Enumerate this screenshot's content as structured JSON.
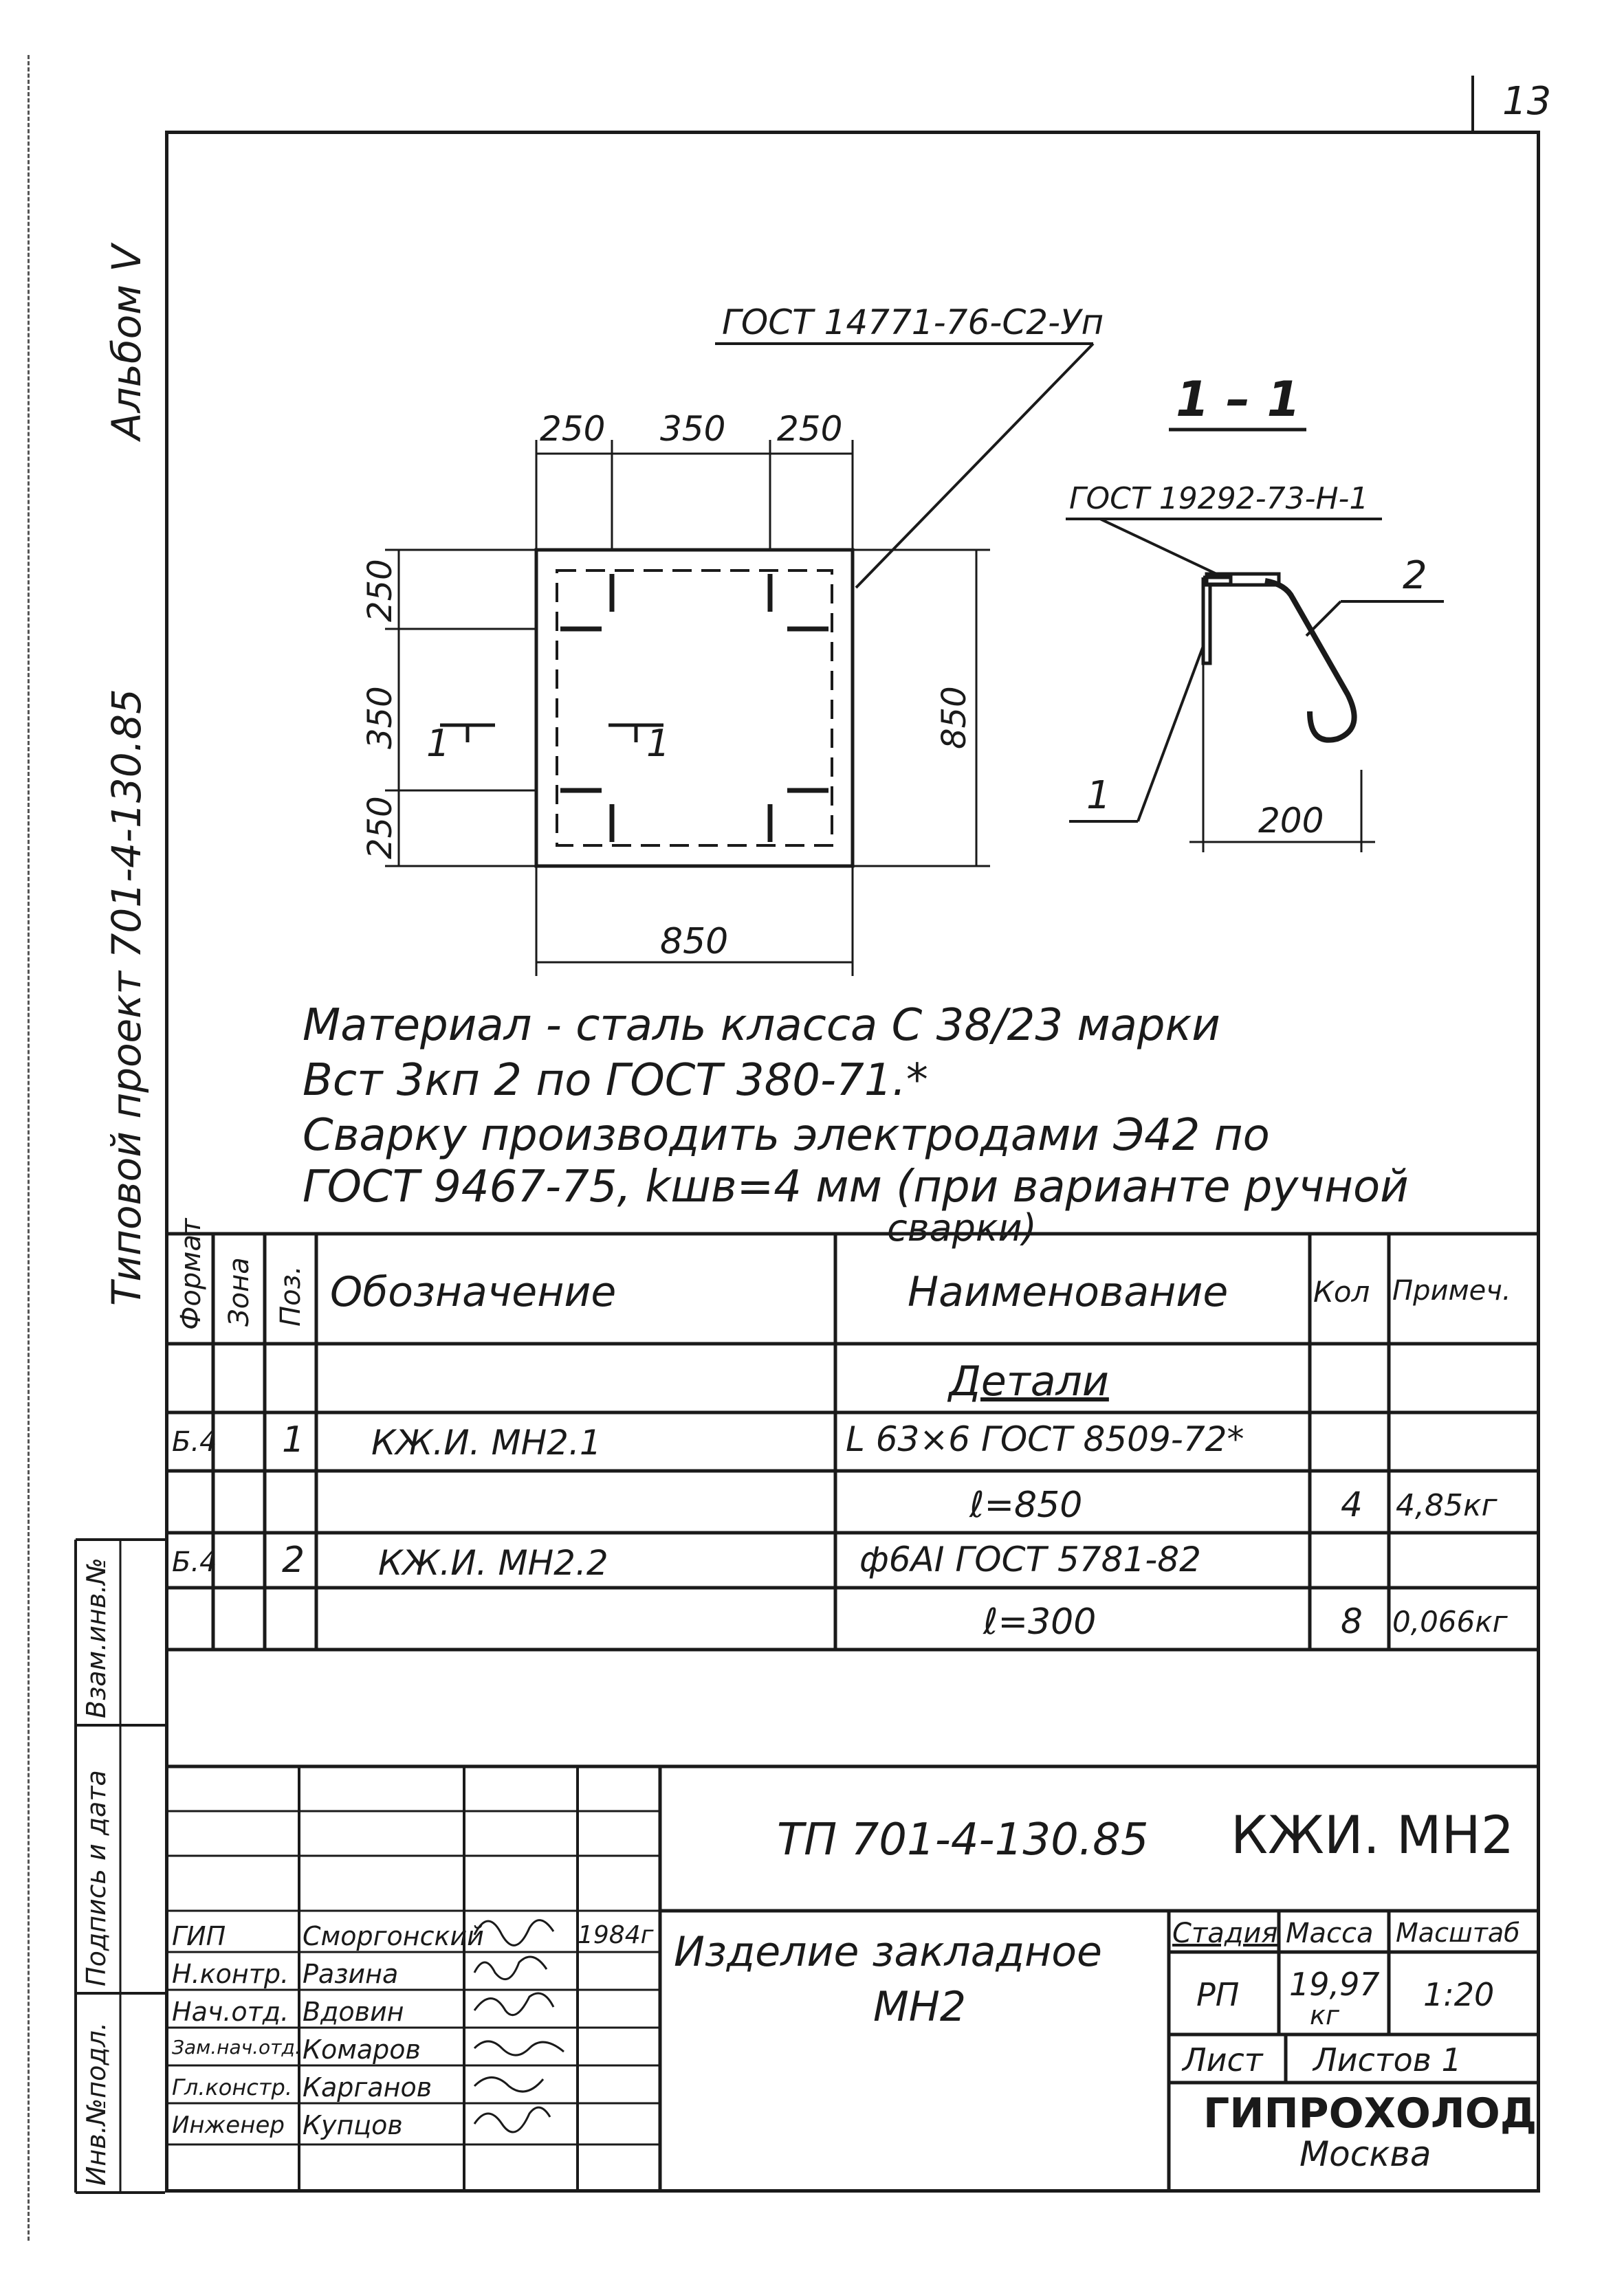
{
  "sheet_number": "13",
  "left_margin": {
    "album": "Альбом V",
    "project": "Типовой проект 701-4-130.85"
  },
  "drawing": {
    "leader_callout_plan": "ГОСТ 14771-76-С2-Уп",
    "plan_dims_top": [
      "250",
      "350",
      "250"
    ],
    "plan_dims_left": [
      "250",
      "350",
      "250"
    ],
    "plan_dim_right": "850",
    "plan_dim_bottom": "850",
    "section_marker_left": "1",
    "section_marker_right": "1",
    "section_title": "1 – 1",
    "section_leader_callout": "ГОСТ 19292-73-Н-1",
    "section_pos_1": "1",
    "section_pos_2": "2",
    "section_dim": "200"
  },
  "notes": [
    "Материал - сталь класса С 38/23 марки",
    "Вст 3кп 2 по ГОСТ 380-71.*",
    "Сварку производить электродами Э42 по",
    "ГОСТ 9467-75, kшв=4 мм (при варианте ручной",
    "сварки)"
  ],
  "spec_table": {
    "headers": {
      "format": "Формат",
      "zone": "Зона",
      "pos": "Поз.",
      "designation": "Обозначение",
      "name": "Наименование",
      "qty": "Кол",
      "note": "Примеч."
    },
    "section_title": "Детали",
    "rows": [
      {
        "format": "Б.4",
        "pos": "1",
        "designation": "КЖ.И. МН2.1",
        "name": "L 63×6 ГОСТ 8509-72*",
        "qty": "",
        "note": ""
      },
      {
        "format": "",
        "pos": "",
        "designation": "",
        "name": "ℓ=850",
        "qty": "4",
        "note": "4,85кг"
      },
      {
        "format": "Б.4",
        "pos": "2",
        "designation": "КЖ.И. МН2.2",
        "name": "ф6АI ГОСТ 5781-82",
        "qty": "",
        "note": ""
      },
      {
        "format": "",
        "pos": "",
        "designation": "",
        "name": "ℓ=300",
        "qty": "8",
        "note": "0,066кг"
      }
    ]
  },
  "left_strip": {
    "inv_orig": "Инв.№подл.",
    "sign_date": "Подпись и дата",
    "vzam": "Взам.инв.№"
  },
  "title_block": {
    "doc_code": "ТП 701-4-130.85",
    "mark": "КЖИ. МН2",
    "item_name_1": "Изделие закладное",
    "item_name_2": "МН2",
    "stage_label": "Стадия",
    "mass_label": "Масса",
    "scale_label": "Масштаб",
    "stage_value": "РП",
    "mass_value": "19,97",
    "mass_unit": "кг",
    "scale_value": "1:20",
    "sheet_label": "Лист",
    "sheets_label": "Листов 1",
    "org_name": "ГИПРОХОЛОД",
    "org_city": "Москва",
    "year": "1984г",
    "staff": [
      {
        "role": "ГИП",
        "name": "Смоpгонский"
      },
      {
        "role": "Н.контр.",
        "name": "Разина"
      },
      {
        "role": "Нач.отд.",
        "name": "Вдовин"
      },
      {
        "role": "Зам.нач.отд.",
        "name": "Комаров"
      },
      {
        "role": "Гл.констр.",
        "name": "Карганов"
      },
      {
        "role": "Инженер",
        "name": "Купцов"
      }
    ]
  }
}
